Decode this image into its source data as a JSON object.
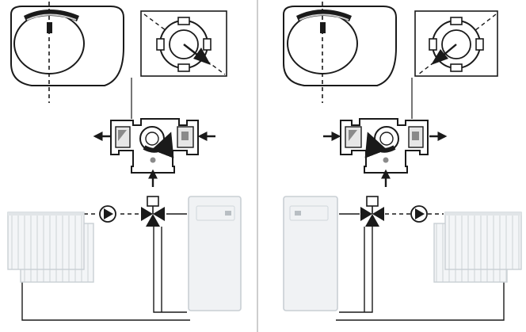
{
  "panels": [
    {
      "side": "left",
      "configuration": "boiler-right-of-valve",
      "radiator_position": "left"
    },
    {
      "side": "right",
      "configuration": "boiler-left-of-valve",
      "radiator_position": "right"
    }
  ],
  "components": [
    "actuator",
    "detail-inset",
    "three-way-valve-section",
    "circulation-pump",
    "three-way-valve",
    "radiator",
    "boiler"
  ],
  "colors": {
    "line": "#1a1a1a",
    "panel-divider": "#bdbdbd",
    "appliance-fill": "#f0f2f4",
    "appliance-stroke": "#c9cfd4"
  },
  "icons": [
    "arrow-icon",
    "pump-icon",
    "valve-icon",
    "actuator-icon"
  ]
}
